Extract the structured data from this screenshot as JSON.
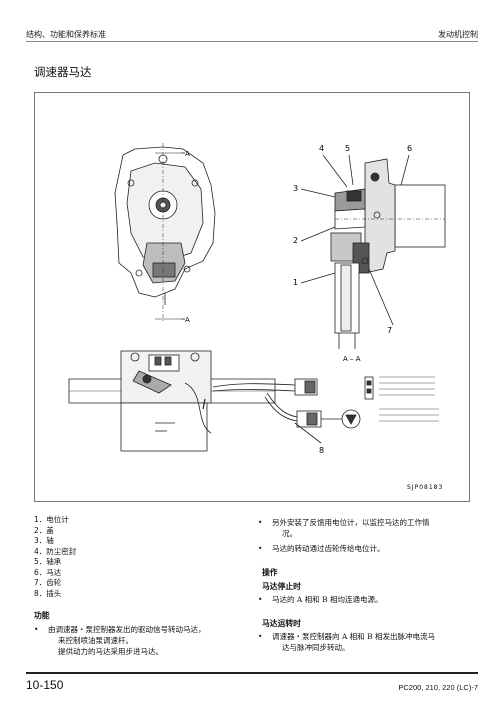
{
  "header": {
    "left": "结构、功能和保养标准",
    "right": "发动机控制"
  },
  "title": "调速器马达",
  "figure": {
    "code": "SJP08183",
    "label_a": "A",
    "label_aa": "A – A",
    "callouts": [
      "1",
      "2",
      "3",
      "4",
      "5",
      "6",
      "7",
      "8"
    ]
  },
  "parts": [
    "1．电位计",
    "2．盖",
    "3．轴",
    "4．防尘密封",
    "5．轴承",
    "6．马达",
    "7．齿轮",
    "8．插头"
  ],
  "function": {
    "heading": "功能",
    "b1_l1": "由调速器・泵控制器发出的驱动信号转动马达，",
    "b1_l2": "来控制喷油泵调速杆。",
    "b1_l3": "提供动力的马达采用步进马达。",
    "b2_l1": "另外安装了反馈用电位计，以监控马达的工作情",
    "b2_l2": "况。",
    "b3": "马达的转动通过齿轮传给电位计。"
  },
  "operation": {
    "heading": "操作",
    "stop_heading": "马达停止时",
    "stop_text": "马达的 A 相和 B 相均连通电源。",
    "run_heading": "马达运转时",
    "run_l1": "调速器・泵控制器向 A 相和 B 相发出脉冲电流马",
    "run_l2": "达与脉冲同步转动。"
  },
  "footer": {
    "page": "10-150",
    "model": "PC200, 210, 220 (LC)-7"
  }
}
